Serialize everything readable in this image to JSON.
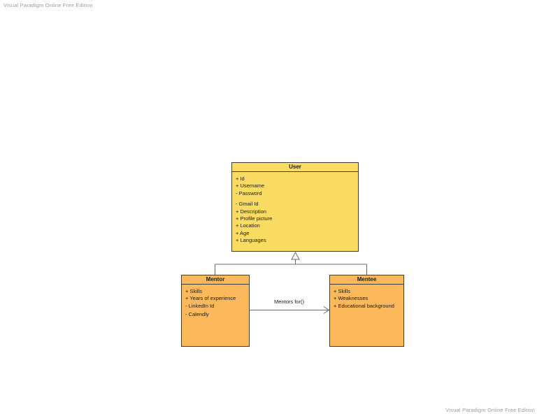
{
  "watermarks": {
    "top_left": "Visual Paradigm Online Free Edition",
    "bottom_right": "Visual Paradigm Online Free Edition"
  },
  "colors": {
    "user_fill": "#FADC62",
    "mentor_fill": "#FBB95C",
    "mentee_fill": "#FBB95C",
    "border": "#3C3C3C",
    "connector": "#696969",
    "triangle_fill": "#FFFFFF",
    "text": "#1A1A1A",
    "watermark": "#9B9B9B"
  },
  "diagram": {
    "classes": [
      {
        "name": "User",
        "attributes": [
          {
            "text": "+ Id"
          },
          {
            "text": "+ Username"
          },
          {
            "text": "- Password"
          },
          {
            "text": "- Gmail Id",
            "gap": 5
          },
          {
            "text": "+ Description"
          },
          {
            "text": "+ Profile picture"
          },
          {
            "text": "+ Location"
          },
          {
            "text": "+ Age"
          },
          {
            "text": "+ Languages"
          }
        ]
      },
      {
        "name": "Mentor",
        "attributes": [
          {
            "text": "+ Skills"
          },
          {
            "text": "+ Years of experience"
          },
          {
            "text": "- LinkedIn Id"
          },
          {
            "text": "- Calendly",
            "gap": 2
          }
        ]
      },
      {
        "name": "Mentee",
        "attributes": [
          {
            "text": "+ Skills"
          },
          {
            "text": "+ Weaknesses"
          },
          {
            "text": "+ Educational background"
          }
        ]
      }
    ],
    "relationships": [
      {
        "type": "generalization",
        "from": "Mentor",
        "to": "User"
      },
      {
        "type": "generalization",
        "from": "Mentee",
        "to": "User"
      },
      {
        "type": "association",
        "from": "Mentor",
        "to": "Mentee",
        "label": "Mentors for()"
      }
    ]
  }
}
